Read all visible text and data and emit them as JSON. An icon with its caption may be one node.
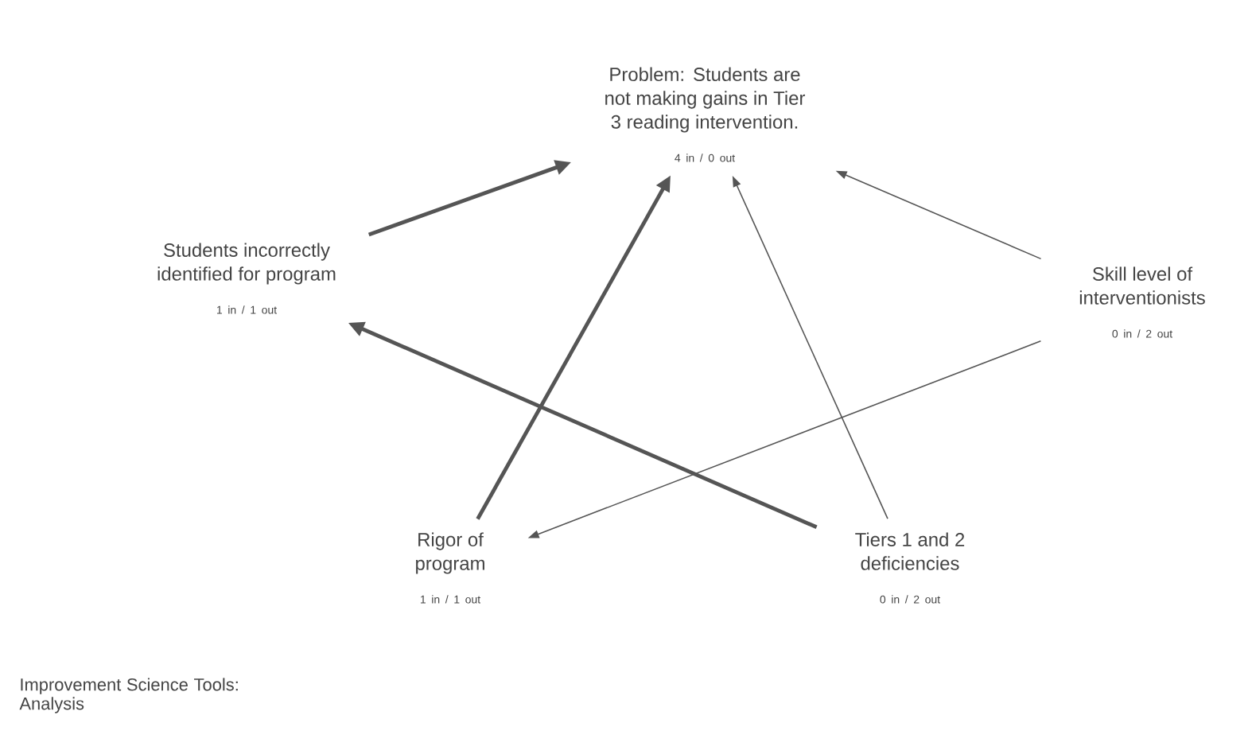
{
  "diagram": {
    "nodes": [
      {
        "text": [
          "Problem: Students are not making gains in Tier 3 reading intervention."
        ],
        "beside": [
          "4 in / 0 out"
        ]
      },
      {
        "text": [
          "Students incorrectly identified for program"
        ],
        "beside": [
          "1 in / 1 out"
        ]
      },
      {
        "text": [
          "Skill level of interventionists"
        ],
        "beside": [
          "0 in / 2 out"
        ]
      },
      {
        "text": [
          "Rigor of program"
        ],
        "beside": [
          "1 in / 1 out"
        ]
      },
      {
        "text": [
          "Tiers 1 and 2 deficiencies"
        ],
        "beside": [
          "0 in / 2 out"
        ]
      }
    ],
    "edges": [
      {
        "from": 1,
        "to": 0,
        "arrow": "to",
        "style": "thick"
      },
      {
        "from": 2,
        "to": 0,
        "arrow": "to"
      },
      {
        "from": 3,
        "to": 0,
        "arrow": "to",
        "style": "thick"
      },
      {
        "from": 4,
        "to": 0,
        "arrow": "to"
      },
      {
        "from": 4,
        "to": 1,
        "arrow": "to",
        "style": "thick"
      },
      {
        "from": 2,
        "to": 3,
        "arrow": "to"
      }
    ],
    "labels": [
      "Improvement Science Tools: Analysis"
    ]
  }
}
